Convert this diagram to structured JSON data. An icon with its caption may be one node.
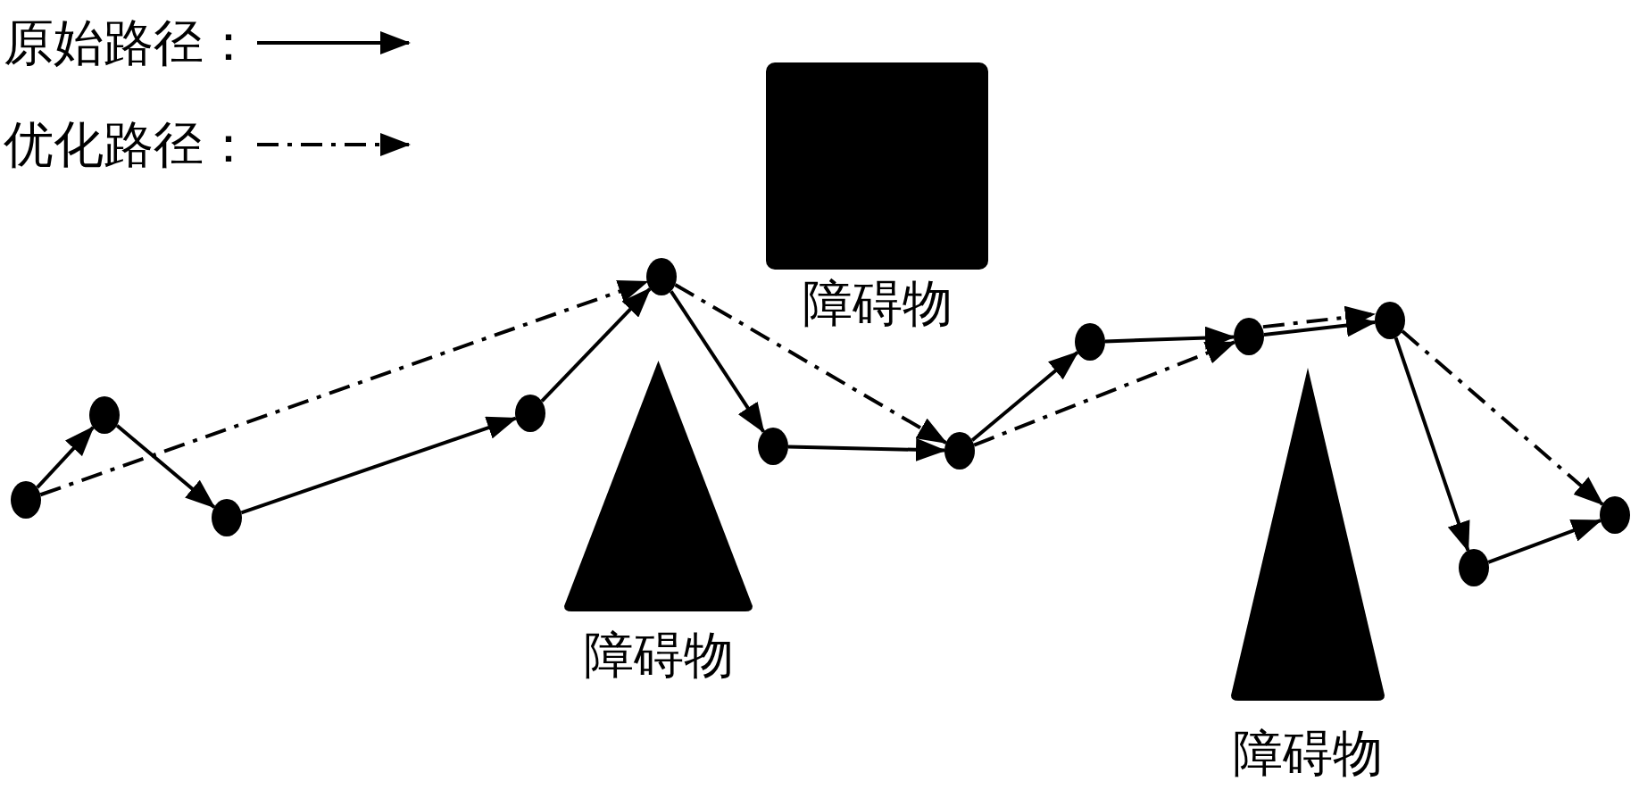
{
  "diagram": {
    "nodes": [
      {
        "text": [],
        "shape": "circle"
      },
      {
        "text": [],
        "shape": "circle"
      },
      {
        "text": [],
        "shape": "circle"
      },
      {
        "text": [],
        "shape": "circle"
      },
      {
        "text": [],
        "shape": "circle"
      },
      {
        "text": [],
        "shape": "circle"
      },
      {
        "text": [],
        "shape": "circle"
      },
      {
        "text": [],
        "shape": "circle"
      },
      {
        "text": [],
        "shape": "circle"
      },
      {
        "text": [],
        "shape": "circle"
      },
      {
        "text": [],
        "shape": "circle"
      },
      {
        "text": [],
        "shape": "circle"
      },
      {
        "text": [
          "障碍物"
        ]
      },
      {
        "text": [
          "障碍物"
        ]
      },
      {
        "text": [
          "障碍物"
        ]
      }
    ],
    "edges": [
      {
        "from": 0,
        "to": 1,
        "arrow": "to"
      },
      {
        "from": 1,
        "to": 2,
        "arrow": "to"
      },
      {
        "from": 2,
        "to": 3,
        "arrow": "to"
      },
      {
        "from": 3,
        "to": 4,
        "arrow": "to"
      },
      {
        "from": 4,
        "to": 5,
        "arrow": "to"
      },
      {
        "from": 5,
        "to": 6,
        "arrow": "to"
      },
      {
        "from": 6,
        "to": 7,
        "arrow": "to"
      },
      {
        "from": 7,
        "to": 8,
        "arrow": "to"
      },
      {
        "from": 8,
        "to": 9,
        "arrow": "to"
      },
      {
        "from": 9,
        "to": 10,
        "arrow": "to"
      },
      {
        "from": 10,
        "to": 11,
        "arrow": "to"
      },
      {
        "from": 0,
        "to": 4,
        "arrow": "to",
        "style": "dashed"
      },
      {
        "from": 4,
        "to": 6,
        "arrow": "to",
        "style": "dashed"
      },
      {
        "from": 6,
        "to": 8,
        "arrow": "to",
        "style": "dashed"
      },
      {
        "from": 8,
        "to": 9,
        "arrow": "to",
        "style": "dashed"
      },
      {
        "from": 9,
        "to": 11,
        "arrow": "to",
        "style": "dashed"
      }
    ],
    "legend": [
      {
        "text": "原始路径："
      },
      {
        "text": "优化路径："
      }
    ]
  }
}
